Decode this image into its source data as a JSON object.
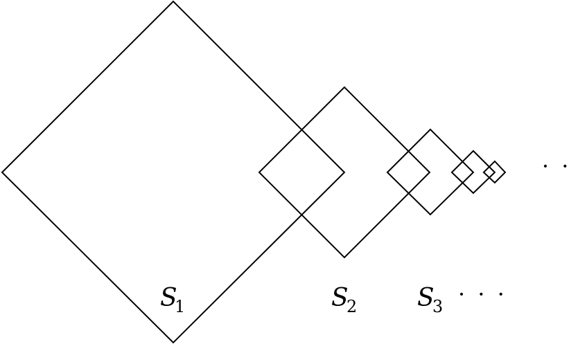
{
  "squares": [
    {
      "id": "square-1"
    },
    {
      "id": "square-2"
    },
    {
      "id": "square-3"
    },
    {
      "id": "square-4"
    },
    {
      "id": "square-5"
    }
  ],
  "labels": {
    "s1": {
      "letter": "S",
      "subscript": "1"
    },
    "s2": {
      "letter": "S",
      "subscript": "2"
    },
    "s3": {
      "letter": "S",
      "subscript": "3"
    }
  },
  "ellipsis_right": "· · ·",
  "ellipsis_labels": "· · ·"
}
